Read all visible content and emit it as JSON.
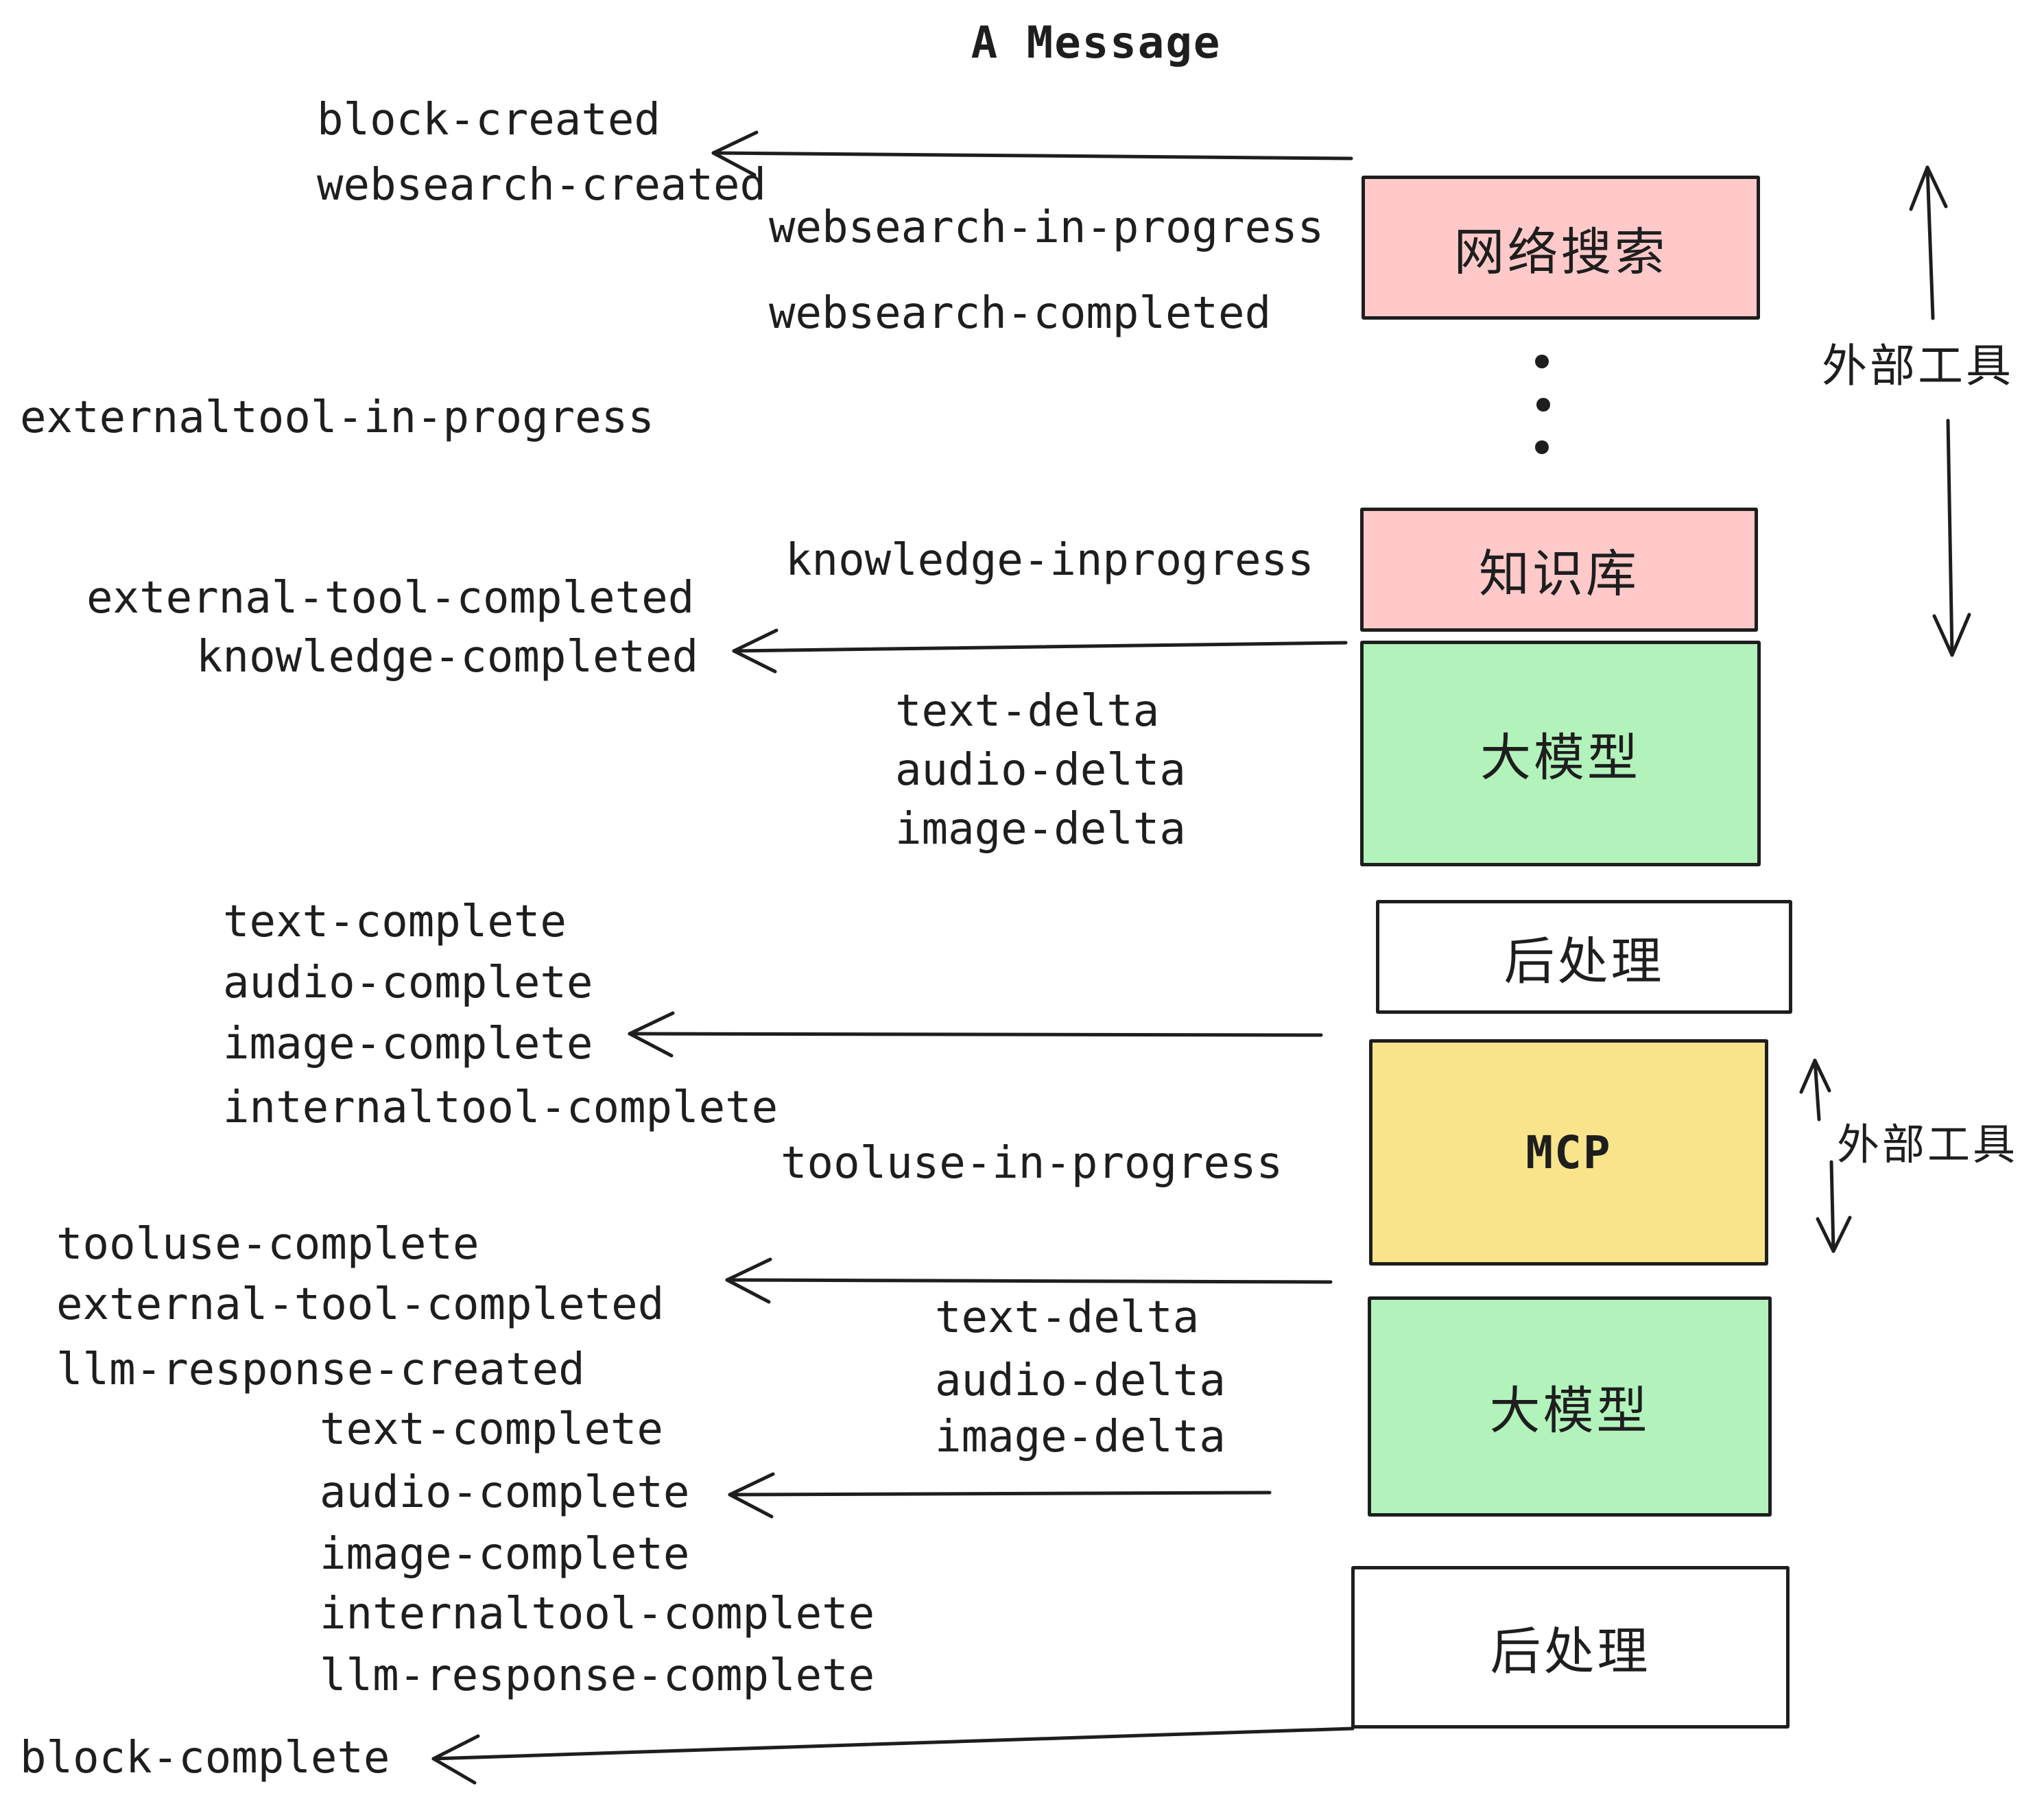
{
  "title": "A Message",
  "colors": {
    "pink": "#FFC9C9",
    "green": "#B2F2BB",
    "yellow": "#F9E48B",
    "white": "#FFFFFF",
    "stroke": "#1E1E1E"
  },
  "boxes": [
    {
      "label": "网络搜索"
    },
    {
      "label": "知识库"
    },
    {
      "label": "大模型"
    },
    {
      "label": "后处理"
    },
    {
      "label": "MCP"
    },
    {
      "label": "大模型"
    },
    {
      "label": "后处理"
    }
  ],
  "side_labels": {
    "external_tool_top": "外部工具",
    "external_tool_bottom": "外部工具"
  },
  "events": [
    {
      "text": "block-created"
    },
    {
      "text": "websearch-created"
    },
    {
      "text": "websearch-in-progress"
    },
    {
      "text": "websearch-completed"
    },
    {
      "text": "externaltool-in-progress"
    },
    {
      "text": "knowledge-inprogress"
    },
    {
      "text": "external-tool-completed"
    },
    {
      "text": "knowledge-completed"
    },
    {
      "text": "text-delta"
    },
    {
      "text": "audio-delta"
    },
    {
      "text": "image-delta"
    },
    {
      "text": "text-complete"
    },
    {
      "text": "audio-complete"
    },
    {
      "text": "image-complete"
    },
    {
      "text": "internaltool-complete"
    },
    {
      "text": "tooluse-in-progress"
    },
    {
      "text": "tooluse-complete"
    },
    {
      "text": "external-tool-completed"
    },
    {
      "text": "llm-response-created"
    },
    {
      "text": "text-complete"
    },
    {
      "text": "audio-complete"
    },
    {
      "text": "image-complete"
    },
    {
      "text": "internaltool-complete"
    },
    {
      "text": "llm-response-complete"
    },
    {
      "text": "block-complete"
    }
  ]
}
